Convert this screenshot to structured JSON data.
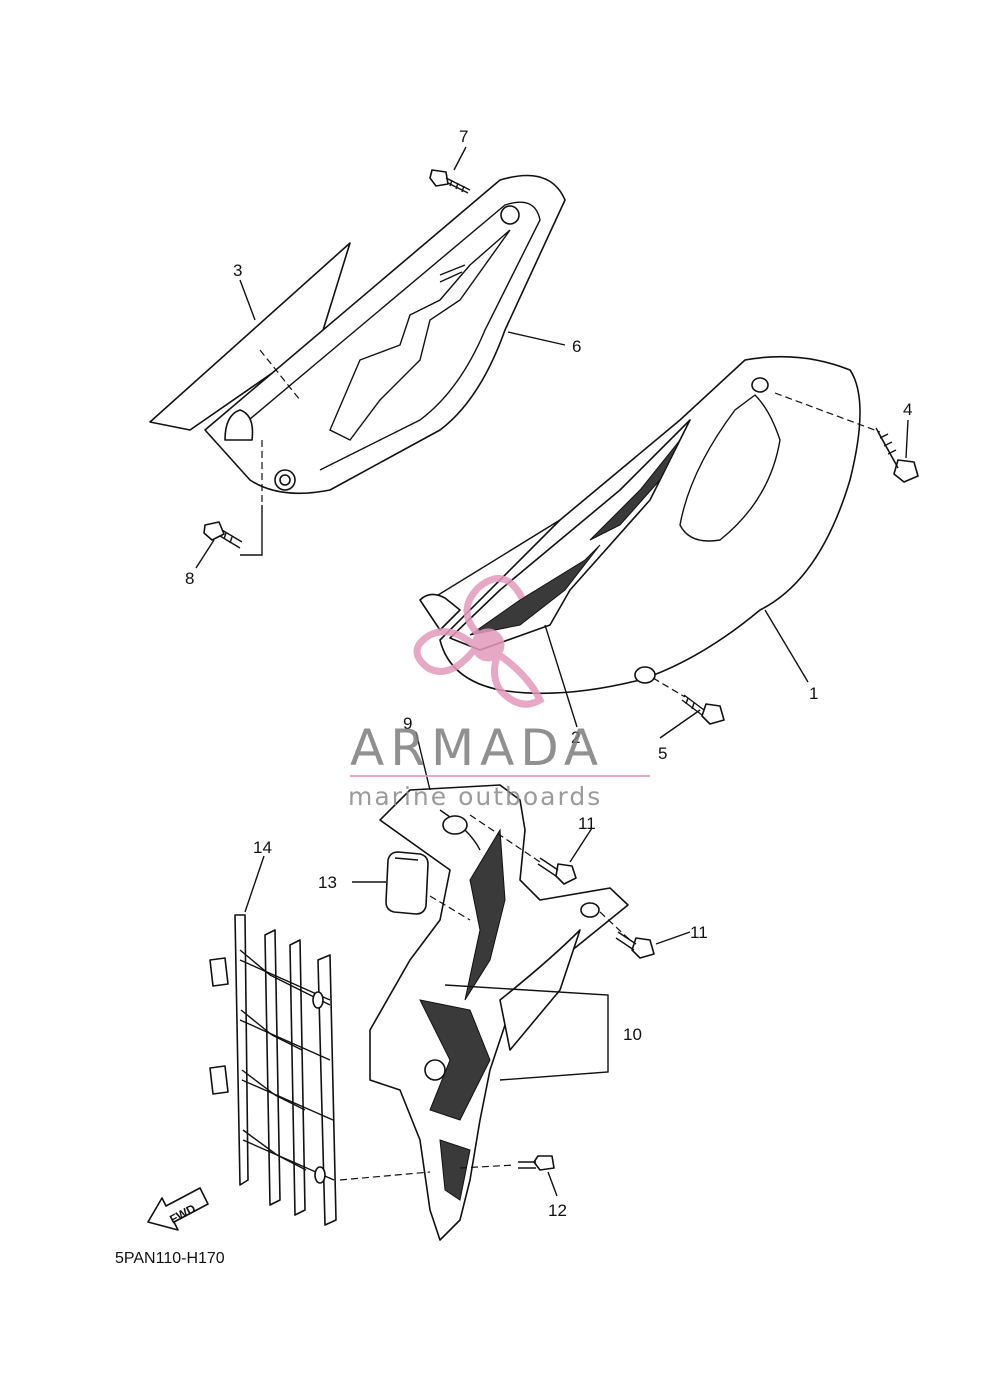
{
  "diagram_code": "5PAN110-H170",
  "watermark": {
    "brand": "ARMADA",
    "tagline": "marine outboards",
    "logo_color": "#e39abb",
    "text_color": "#7d7d7d"
  },
  "fwd_label": "FWD",
  "callouts": [
    "1",
    "2",
    "3",
    "4",
    "5",
    "6",
    "7",
    "8",
    "9",
    "10",
    "11",
    "11",
    "12",
    "13",
    "14"
  ]
}
